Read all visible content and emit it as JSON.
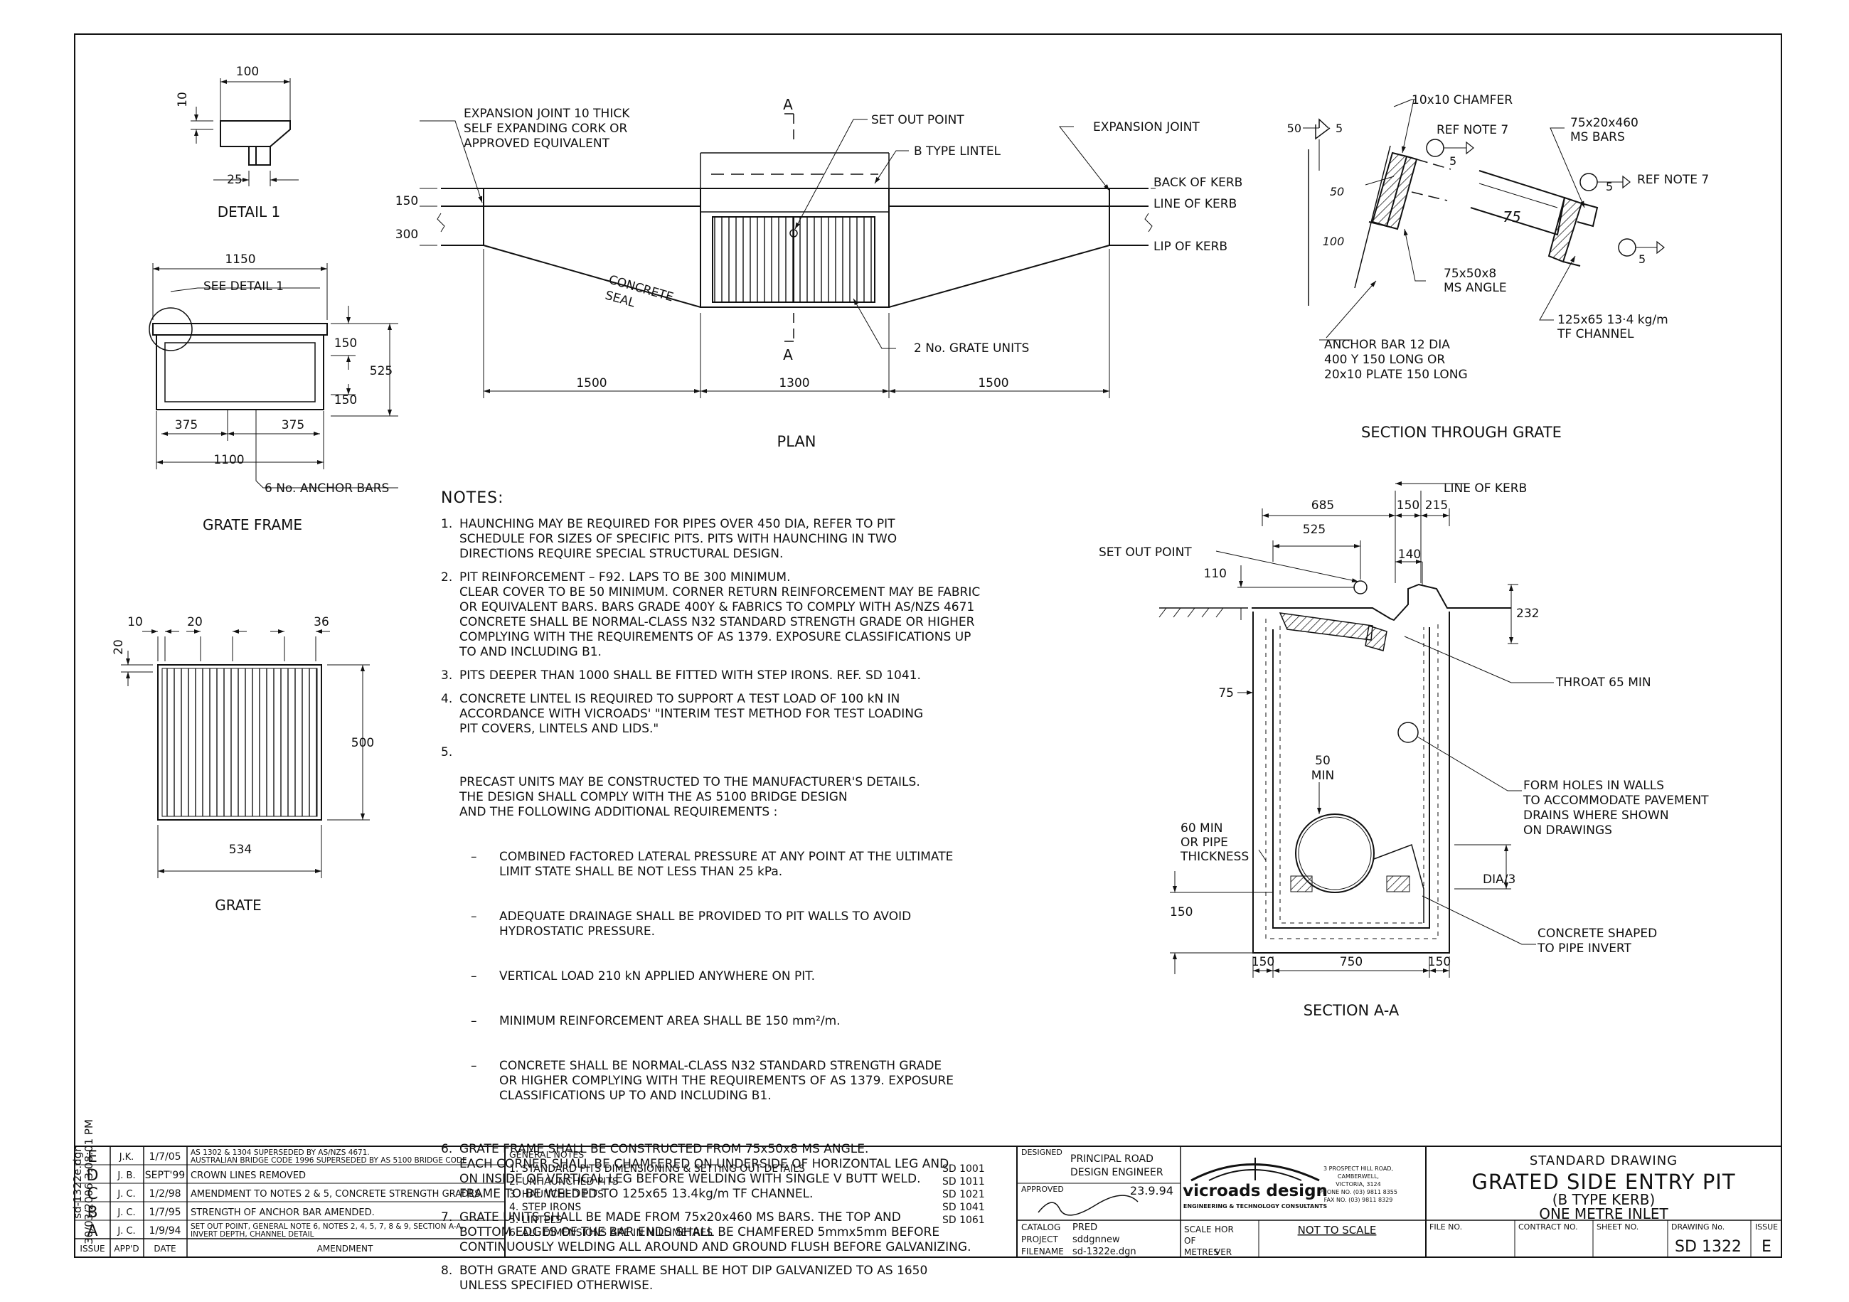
{
  "views": {
    "detail1": {
      "title": "DETAIL 1",
      "dims": [
        "100",
        "10",
        "25"
      ]
    },
    "grate_frame": {
      "title": "GRATE FRAME",
      "callouts": [
        "SEE DETAIL 1",
        "6 No. ANCHOR BARS"
      ],
      "dims": [
        "1150",
        "150",
        "525",
        "150",
        "375",
        "375",
        "1100"
      ]
    },
    "grate": {
      "title": "GRATE",
      "dims": [
        "10",
        "20",
        "36",
        "20",
        "500",
        "534"
      ]
    },
    "plan": {
      "title": "PLAN",
      "section_marks": [
        "A",
        "A"
      ],
      "callouts": [
        "EXPANSION JOINT 10 THICK",
        "SELF EXPANDING CORK OR",
        "APPROVED EQUIVALENT",
        "SET OUT POINT",
        "B TYPE LINTEL",
        "EXPANSION JOINT",
        "BACK OF KERB",
        "LINE OF KERB",
        "LIP OF KERB",
        "CONCRETE",
        "SEAL",
        "2 No. GRATE UNITS"
      ],
      "dims": [
        "150",
        "300",
        "1500",
        "1300",
        "1500"
      ]
    },
    "section_grate": {
      "title": "SECTION THROUGH GRATE",
      "callouts": [
        "10x10 CHAMFER",
        "REF NOTE 7",
        "75x20x460",
        "MS BARS",
        "REF NOTE 7",
        "75x50x8",
        "MS ANGLE",
        "125x65 13·4 kg/m",
        "TF CHANNEL",
        "ANCHOR BAR 12 DIA",
        "400 Y 150 LONG OR",
        "20x10 PLATE 150 LONG"
      ],
      "dims": [
        "50",
        "5",
        "50",
        "100",
        "5",
        "75",
        "5",
        "5"
      ]
    },
    "section_aa": {
      "title": "SECTION A-A",
      "callouts": [
        "LINE OF KERB",
        "SET OUT POINT",
        "THROAT 65 MIN",
        "FORM HOLES IN WALLS",
        "TO ACCOMMODATE PAVEMENT",
        "DRAINS WHERE SHOWN",
        "ON DRAWINGS",
        "60 MIN",
        "OR PIPE",
        "THICKNESS",
        "DIA/3",
        "CONCRETE SHAPED",
        "TO PIPE INVERT",
        "50",
        "MIN"
      ],
      "dims": [
        "685",
        "150",
        "215",
        "525",
        "140",
        "110",
        "232",
        "75",
        "150",
        "150",
        "750",
        "150"
      ]
    }
  },
  "notes": {
    "heading": "NOTES:",
    "items": [
      {
        "num": "1.",
        "text": "HAUNCHING MAY BE REQUIRED FOR PIPES OVER 450 DIA, REFER TO PIT\nSCHEDULE FOR SIZES OF SPECIFIC PITS. PITS WITH HAUNCHING IN TWO\nDIRECTIONS REQUIRE SPECIAL STRUCTURAL DESIGN."
      },
      {
        "num": "2.",
        "text": "PIT REINFORCEMENT – F92. LAPS TO BE 300 MINIMUM.\nCLEAR COVER TO BE 50 MINIMUM. CORNER RETURN REINFORCEMENT MAY BE FABRIC\nOR EQUIVALENT BARS. BARS GRADE 400Y & FABRICS TO COMPLY WITH AS/NZS 4671\nCONCRETE SHALL BE NORMAL-CLASS N32 STANDARD STRENGTH GRADE OR HIGHER\nCOMPLYING WITH THE REQUIREMENTS OF AS 1379. EXPOSURE CLASSIFICATIONS UP\nTO AND INCLUDING B1."
      },
      {
        "num": "3.",
        "text": "PITS DEEPER THAN 1000 SHALL BE FITTED WITH STEP IRONS. REF. SD 1041."
      },
      {
        "num": "4.",
        "text": "CONCRETE LINTEL IS REQUIRED TO SUPPORT A TEST LOAD OF 100 kN IN\nACCORDANCE WITH VICROADS' \"INTERIM TEST METHOD FOR TEST LOADING\nPIT COVERS, LINTELS AND LIDS.\""
      },
      {
        "num": "5.",
        "text": "PRECAST UNITS MAY BE CONSTRUCTED TO THE MANUFACTURER'S DETAILS.\nTHE DESIGN SHALL COMPLY WITH THE AS 5100 BRIDGE DESIGN\nAND THE FOLLOWING ADDITIONAL REQUIREMENTS :",
        "subs": [
          "COMBINED FACTORED LATERAL PRESSURE AT ANY POINT AT THE ULTIMATE\nLIMIT STATE SHALL BE NOT LESS THAN 25 kPa.",
          "ADEQUATE DRAINAGE SHALL BE PROVIDED TO PIT WALLS TO AVOID\nHYDROSTATIC PRESSURE.",
          "VERTICAL LOAD 210 kN APPLIED ANYWHERE ON PIT.",
          "MINIMUM REINFORCEMENT AREA SHALL BE 150 mm²/m.",
          "CONCRETE SHALL BE NORMAL-CLASS N32 STANDARD STRENGTH GRADE\nOR HIGHER COMPLYING WITH THE REQUIREMENTS OF AS 1379. EXPOSURE\nCLASSIFICATIONS UP TO AND INCLUDING B1."
        ]
      },
      {
        "num": "6.",
        "text": "GRATE FRAME SHALL BE CONSTRUCTED FROM 75x50x8 MS ANGLE.\nEACH CORNER SHALL BE CHAMFERED ON UNDERSIDE OF HORIZONTAL LEG AND\nON INSIDE OF VERTICAL LEG BEFORE WELDING WITH SINGLE V BUTT WELD.\nFRAME TO BE WELDED TO 125x65 13.4kg/m TF CHANNEL."
      },
      {
        "num": "7.",
        "text": "GRATE UNITS SHALL BE MADE FROM 75x20x460 MS BARS. THE TOP AND\nBOTTOM EDGES OF THE BAR ENDS SHALL BE CHAMFERED 5mmx5mm BEFORE\nCONTINUOUSLY WELDING ALL AROUND AND GROUND FLUSH BEFORE GALVANIZING."
      },
      {
        "num": "8.",
        "text": "BOTH GRATE AND GRATE FRAME SHALL BE HOT DIP GALVANIZED TO AS 1650\nUNLESS SPECIFIED OTHERWISE."
      }
    ]
  },
  "amendments": {
    "headers": [
      "ISSUE",
      "APP'D",
      "DATE",
      "AMENDMENT"
    ],
    "rows": [
      {
        "issue": "E",
        "appd": "J.K.",
        "date": "1/7/05",
        "text": "AS 1302 & 1304 SUPERSEDED BY AS/NZS 4671.",
        "text2": "AUSTRALIAN BRIDGE CODE 1996 SUPERSEDED BY AS 5100 BRIDGE CODE"
      },
      {
        "issue": "D",
        "appd": "J. B.",
        "date": "SEPT'99",
        "text": "CROWN LINES REMOVED",
        "text2": ""
      },
      {
        "issue": "C",
        "appd": "J. C.",
        "date": "1/2/98",
        "text": "AMENDMENT TO NOTES 2 & 5, CONCRETE STRENGTH GRADES.",
        "text2": ""
      },
      {
        "issue": "B",
        "appd": "J. C.",
        "date": "1/7/95",
        "text": "STRENGTH OF ANCHOR BAR AMENDED.",
        "text2": ""
      },
      {
        "issue": "A",
        "appd": "J. C.",
        "date": "1/9/94",
        "text": "SET OUT POINT, GENERAL NOTE 6, NOTES 2, 4, 5, 7, 8 & 9, SECTION A-A,",
        "text2": "INVERT DEPTH, CHANNEL DETAIL"
      }
    ],
    "file_stamp": [
      "sd-1322e.dgn",
      "30/03/2006  3:08:01 PM"
    ]
  },
  "general_notes": {
    "title": "GENERAL NOTES",
    "items": [
      {
        "text": "1.  STANDARD PITS DIMENSIONING & SETTING OUT DETAILS",
        "ref": "SD 1001"
      },
      {
        "text": "2.  UNHAUNCHED PITS",
        "ref": "SD 1011"
      },
      {
        "text": "3.  HAUNCHED PITS",
        "ref": "SD 1021"
      },
      {
        "text": "4.  STEP IRONS",
        "ref": "SD 1041"
      },
      {
        "text": "5.  LINTELS",
        "ref": "SD 1061"
      },
      {
        "text": "6.  ALL DIMENSIONS ARE IN MILLIMETRES",
        "ref": ""
      }
    ]
  },
  "approval": {
    "designed_label": "DESIGNED",
    "designed_value": [
      "PRINCIPAL ROAD",
      "DESIGN ENGINEER"
    ],
    "approved_label": "APPROVED",
    "approved_date": "23.9.94",
    "catalog_label": "CATALOG",
    "catalog_value": "PRED",
    "project_label": "PROJECT",
    "project_value": "sddgnnew",
    "filename_label": "FILENAME",
    "filename_value": "sd-1322e.dgn"
  },
  "company": {
    "logo_text": "vicroads design",
    "tagline": "ENGINEERING & TECHNOLOGY CONSULTANTS",
    "address": [
      "3 PROSPECT HILL ROAD,",
      "CAMBERWELL,",
      "VICTORIA, 3124",
      "PHONE NO. (03) 9811 8355",
      "FAX NO. (03) 9811 8329"
    ]
  },
  "scale": {
    "label1": "SCALE",
    "hor": "HOR",
    "label2": "OF",
    "label3": "METRES",
    "ver": "VER",
    "value": "NOT TO SCALE"
  },
  "title_block": {
    "header": "STANDARD DRAWING",
    "title": "GRATED SIDE ENTRY PIT",
    "subtitle1": "(B TYPE KERB)",
    "subtitle2": "ONE METRE INLET",
    "file_no_label": "FILE NO.",
    "contract_no_label": "CONTRACT NO.",
    "sheet_no_label": "SHEET NO.",
    "drawing_no_label": "DRAWING No.",
    "drawing_no": "SD 1322",
    "issue_label": "ISSUE",
    "issue": "E"
  }
}
